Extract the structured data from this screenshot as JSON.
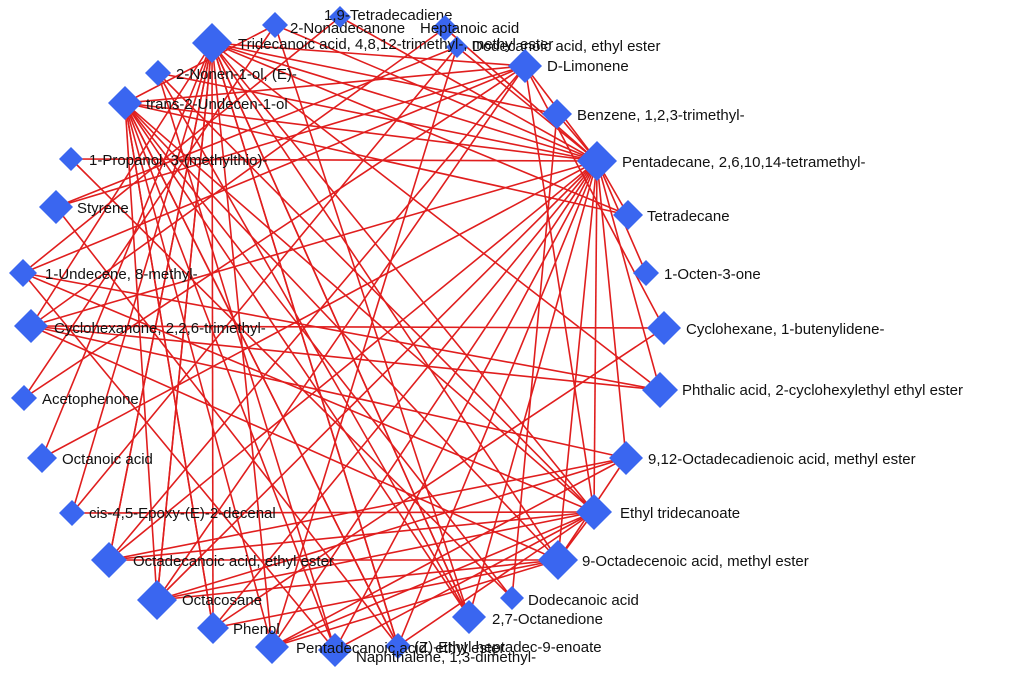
{
  "colors": {
    "node": "#3a66f0",
    "edge": "#e01e1e",
    "background": "#ffffff",
    "label": "#111111"
  },
  "nodes": [
    {
      "id": "n0",
      "label": "2-Nonadecanone"
    },
    {
      "id": "n1",
      "label": "1,9-Tetradecadiene"
    },
    {
      "id": "n2",
      "label": "Heptanoic acid"
    },
    {
      "id": "n3",
      "label": "Dodecanoic acid, ethyl ester"
    },
    {
      "id": "n4",
      "label": "D-Limonene"
    },
    {
      "id": "n5",
      "label": "Benzene, 1,2,3-trimethyl-"
    },
    {
      "id": "n6",
      "label": "Pentadecane, 2,6,10,14-tetramethyl-"
    },
    {
      "id": "n7",
      "label": "Tetradecane"
    },
    {
      "id": "n8",
      "label": "1-Octen-3-one"
    },
    {
      "id": "n9",
      "label": "Cyclohexane, 1-butenylidene-"
    },
    {
      "id": "n10",
      "label": "Phthalic acid, 2-cyclohexylethyl ethyl ester"
    },
    {
      "id": "n11",
      "label": "9,12-Octadecadienoic acid, methyl ester"
    },
    {
      "id": "n12",
      "label": "Ethyl tridecanoate"
    },
    {
      "id": "n13",
      "label": "9-Octadecenoic acid, methyl ester"
    },
    {
      "id": "n14",
      "label": "Dodecanoic acid"
    },
    {
      "id": "n15",
      "label": "2,7-Octanedione"
    },
    {
      "id": "n16",
      "label": "(Z)-Ethyl heptadec-9-enoate"
    },
    {
      "id": "n17",
      "label": "Naphthalene, 1,3-dimethyl-"
    },
    {
      "id": "n18",
      "label": "Pentadecanoic acid, ethyl ester"
    },
    {
      "id": "n19",
      "label": "Phenol"
    },
    {
      "id": "n20",
      "label": "Octacosane"
    },
    {
      "id": "n21",
      "label": "Octadecanoic acid, ethyl ester"
    },
    {
      "id": "n22",
      "label": "cis-4,5-Epoxy-(E)-2-decenal"
    },
    {
      "id": "n23",
      "label": "Octanoic acid"
    },
    {
      "id": "n24",
      "label": "Acetophenone"
    },
    {
      "id": "n25",
      "label": "Cyclohexanone, 2,2,6-trimethyl-"
    },
    {
      "id": "n26",
      "label": "1-Undecene, 8-methyl-"
    },
    {
      "id": "n27",
      "label": "Styrene"
    },
    {
      "id": "n28",
      "label": "1-Propanol, 3-(methylthio)-"
    },
    {
      "id": "n29",
      "label": "trans-2-Undecen-1-ol"
    },
    {
      "id": "n30",
      "label": "2-Nonen-1-ol, (E)-"
    },
    {
      "id": "n31",
      "label": "Tridecanoic acid, 4,8,12-trimethyl-, methyl ester"
    }
  ],
  "edges": [
    [
      "n31",
      "n6"
    ],
    [
      "n31",
      "n7"
    ],
    [
      "n31",
      "n13"
    ],
    [
      "n31",
      "n12"
    ],
    [
      "n31",
      "n15"
    ],
    [
      "n31",
      "n20"
    ],
    [
      "n31",
      "n21"
    ],
    [
      "n31",
      "n4"
    ],
    [
      "n31",
      "n10"
    ],
    [
      "n31",
      "n16"
    ],
    [
      "n30",
      "n6"
    ],
    [
      "n30",
      "n12"
    ],
    [
      "n30",
      "n15"
    ],
    [
      "n30",
      "n17"
    ],
    [
      "n29",
      "n6"
    ],
    [
      "n29",
      "n7"
    ],
    [
      "n29",
      "n4"
    ],
    [
      "n29",
      "n16"
    ],
    [
      "n29",
      "n19"
    ],
    [
      "n29",
      "n13"
    ],
    [
      "n28",
      "n6"
    ],
    [
      "n28",
      "n14"
    ],
    [
      "n27",
      "n3"
    ],
    [
      "n27",
      "n4"
    ],
    [
      "n27",
      "n16"
    ],
    [
      "n26",
      "n4"
    ],
    [
      "n26",
      "n1"
    ],
    [
      "n26",
      "n10"
    ],
    [
      "n26",
      "n12"
    ],
    [
      "n26",
      "n17"
    ],
    [
      "n25",
      "n6"
    ],
    [
      "n25",
      "n9"
    ],
    [
      "n25",
      "n10"
    ],
    [
      "n25",
      "n11"
    ],
    [
      "n25",
      "n13"
    ],
    [
      "n25",
      "n31"
    ],
    [
      "n25",
      "n2"
    ],
    [
      "n24",
      "n0"
    ],
    [
      "n24",
      "n4"
    ],
    [
      "n23",
      "n31"
    ],
    [
      "n23",
      "n6"
    ],
    [
      "n22",
      "n31"
    ],
    [
      "n22",
      "n3"
    ],
    [
      "n22",
      "n12"
    ],
    [
      "n21",
      "n6"
    ],
    [
      "n21",
      "n4"
    ],
    [
      "n21",
      "n11"
    ],
    [
      "n21",
      "n12"
    ],
    [
      "n21",
      "n13"
    ],
    [
      "n21",
      "n31"
    ],
    [
      "n20",
      "n6"
    ],
    [
      "n20",
      "n4"
    ],
    [
      "n20",
      "n11"
    ],
    [
      "n20",
      "n13"
    ],
    [
      "n20",
      "n12"
    ],
    [
      "n20",
      "n31"
    ],
    [
      "n20",
      "n29"
    ],
    [
      "n19",
      "n6"
    ],
    [
      "n19",
      "n9"
    ],
    [
      "n19",
      "n31"
    ],
    [
      "n19",
      "n29"
    ],
    [
      "n19",
      "n13"
    ],
    [
      "n18",
      "n6"
    ],
    [
      "n18",
      "n11"
    ],
    [
      "n18",
      "n13"
    ],
    [
      "n18",
      "n12"
    ],
    [
      "n18",
      "n31"
    ],
    [
      "n18",
      "n29"
    ],
    [
      "n18",
      "n3"
    ],
    [
      "n17",
      "n6"
    ],
    [
      "n17",
      "n12"
    ],
    [
      "n17",
      "n29"
    ],
    [
      "n16",
      "n6"
    ],
    [
      "n16",
      "n12"
    ],
    [
      "n16",
      "n29"
    ],
    [
      "n16",
      "n31"
    ],
    [
      "n15",
      "n31"
    ],
    [
      "n15",
      "n0"
    ],
    [
      "n15",
      "n29"
    ],
    [
      "n15",
      "n6"
    ],
    [
      "n14",
      "n5"
    ],
    [
      "n14",
      "n29"
    ],
    [
      "n13",
      "n12"
    ],
    [
      "n13",
      "n11"
    ],
    [
      "n13",
      "n6"
    ],
    [
      "n12",
      "n6"
    ],
    [
      "n12",
      "n4"
    ],
    [
      "n11",
      "n6"
    ],
    [
      "n10",
      "n6"
    ],
    [
      "n9",
      "n4"
    ],
    [
      "n8",
      "n6"
    ],
    [
      "n7",
      "n6"
    ],
    [
      "n5",
      "n6"
    ],
    [
      "n4",
      "n6"
    ],
    [
      "n1",
      "n6"
    ],
    [
      "n2",
      "n6"
    ],
    [
      "n3",
      "n6"
    ],
    [
      "n0",
      "n6"
    ],
    [
      "n29",
      "n12"
    ],
    [
      "n31",
      "n5"
    ],
    [
      "n0",
      "n29"
    ]
  ]
}
